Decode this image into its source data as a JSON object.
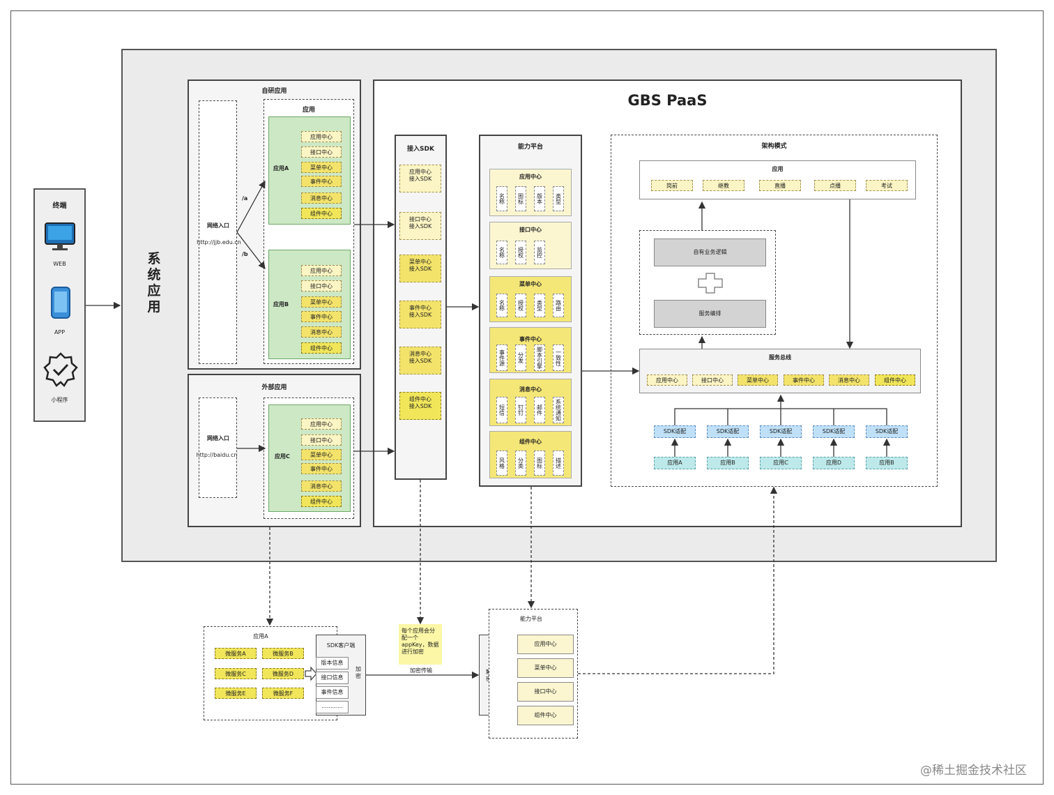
{
  "terminal": {
    "title": "终端",
    "web": "WEB",
    "app": "APP",
    "mini": "小程序"
  },
  "system_label": "系统应用",
  "self_app": {
    "title": "自研应用",
    "net_label": "网络入口",
    "net_url": "http://jjb.edu.cn",
    "path_a": "/a",
    "path_b": "/b",
    "app_group_title": "应用",
    "app_a": "应用A",
    "app_b": "应用B"
  },
  "ext_app": {
    "title": "外部应用",
    "net_label": "网络入口",
    "net_url": "http://baidu.cn",
    "app_c": "应用C"
  },
  "centers": [
    "应用中心",
    "接口中心",
    "菜单中心",
    "事件中心",
    "消息中心",
    "组件中心"
  ],
  "gbs_title": "GBS PaaS",
  "sdk": {
    "title": "接入SDK",
    "items": [
      "应用中心\n接入SDK",
      "接口中心\n接入SDK",
      "菜单中心\n接入SDK",
      "事件中心\n接入SDK",
      "消息中心\n接入SDK",
      "组件中心\n接入SDK"
    ]
  },
  "capability": {
    "title": "能力平台",
    "groups": [
      {
        "title": "应用中心",
        "cells": [
          "名称",
          "图标",
          "版本",
          "类型"
        ]
      },
      {
        "title": "接口中心",
        "cells": [
          "名称",
          "授权",
          "监控"
        ]
      },
      {
        "title": "菜单中心",
        "cells": [
          "名称",
          "授权",
          "类型",
          "路由"
        ]
      },
      {
        "title": "事件中心",
        "cells": [
          "事件源",
          "分发",
          "脚本引擎",
          "一致性"
        ]
      },
      {
        "title": "消息中心",
        "cells": [
          "短信",
          "钉钉",
          "邮件",
          "系统通知"
        ]
      },
      {
        "title": "组件中心",
        "cells": [
          "风格",
          "分类",
          "图标",
          "描述"
        ]
      }
    ]
  },
  "arch": {
    "title": "架构模式",
    "app_title": "应用",
    "apps": [
      "岗前",
      "继教",
      "直播",
      "点播",
      "考试"
    ],
    "own_logic": "自有业务逻辑",
    "orchestration": "服务编排",
    "bus_title": "服务总线",
    "bus_items": [
      "应用中心",
      "接口中心",
      "菜单中心",
      "事件中心",
      "消息中心",
      "组件中心"
    ],
    "sdk_adapt": "SDK适配",
    "bottom_apps": [
      "应用A",
      "应用B",
      "应用C",
      "应用D",
      "应用B"
    ]
  },
  "bottom": {
    "app_a_title": "应用A",
    "micro": [
      "微服务A",
      "微服务B",
      "微服务C",
      "微服务D",
      "微服务E",
      "微服务F"
    ],
    "sdk_client": "SDK客户端",
    "client_items": [
      "版本信息",
      "接口信息",
      "事件信息",
      "............"
    ],
    "encrypt": "加密",
    "note": "每个应用会分配一个appKey，数据进行加密",
    "transfer": "加密传输",
    "decrypt": "解密",
    "cap_title": "能力平台",
    "cap_items": [
      "应用中心",
      "菜单中心",
      "接口中心",
      "组件中心"
    ]
  },
  "watermark": "@稀土掘金技术社区"
}
